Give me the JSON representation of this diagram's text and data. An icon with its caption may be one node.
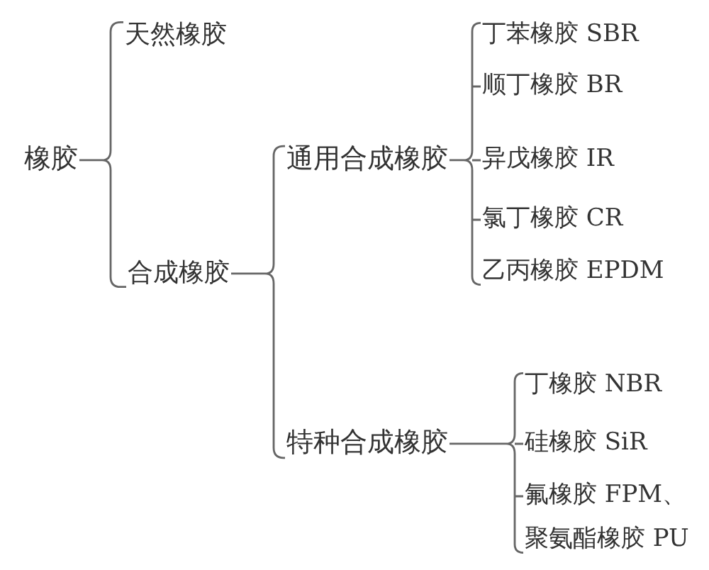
{
  "diagram": {
    "nodes": [
      {
        "text": [
          "橡胶"
        ]
      },
      {
        "text": [
          "天然橡胶"
        ]
      },
      {
        "text": [
          "合成橡胶"
        ]
      },
      {
        "text": [
          "通用合成橡胶"
        ]
      },
      {
        "text": [
          "特种合成橡胶"
        ]
      },
      {
        "text": [
          "丁苯橡胶 SBR"
        ]
      },
      {
        "text": [
          "顺丁橡胶 BR"
        ]
      },
      {
        "text": [
          "异戊橡胶 IR"
        ]
      },
      {
        "text": [
          "氯丁橡胶 CR"
        ]
      },
      {
        "text": [
          "乙丙橡胶 EPDM"
        ]
      },
      {
        "text": [
          "丁橡胶 NBR"
        ]
      },
      {
        "text": [
          "硅橡胶 SiR"
        ]
      },
      {
        "text": [
          "氟橡胶 FPM、"
        ]
      },
      {
        "text": [
          "聚氨酯橡胶 PU"
        ]
      }
    ],
    "edges": [
      {
        "from": 0,
        "to": 1,
        "arrow": "none"
      },
      {
        "from": 0,
        "to": 2,
        "arrow": "none"
      },
      {
        "from": 2,
        "to": 3,
        "arrow": "none"
      },
      {
        "from": 2,
        "to": 4,
        "arrow": "none"
      },
      {
        "from": 3,
        "to": 5,
        "arrow": "none"
      },
      {
        "from": 3,
        "to": 6,
        "arrow": "none"
      },
      {
        "from": 3,
        "to": 7,
        "arrow": "none"
      },
      {
        "from": 3,
        "to": 8,
        "arrow": "none"
      },
      {
        "from": 3,
        "to": 9,
        "arrow": "none"
      },
      {
        "from": 4,
        "to": 10,
        "arrow": "none"
      },
      {
        "from": 4,
        "to": 11,
        "arrow": "none"
      },
      {
        "from": 4,
        "to": 12,
        "arrow": "none"
      },
      {
        "from": 4,
        "to": 13,
        "arrow": "none"
      }
    ]
  }
}
